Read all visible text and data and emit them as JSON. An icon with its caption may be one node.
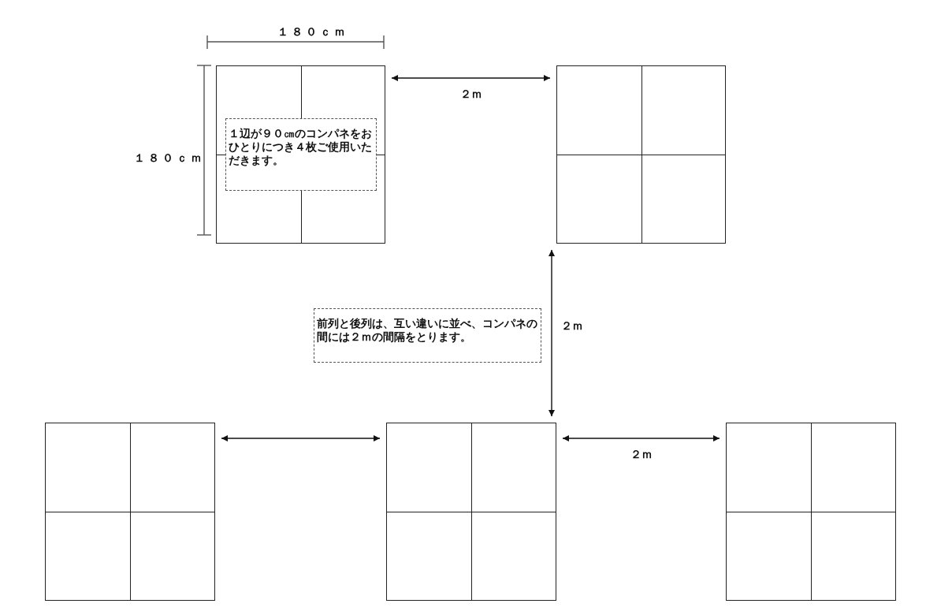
{
  "diagram": {
    "nodes": [
      {
        "text": [],
        "shape": "box"
      },
      {
        "text": [
          "１辺が９０㎝のコンパネをおひとりにつき４枚ご使用いただきます。"
        ],
        "in": 0
      },
      {
        "text": [],
        "shape": "box"
      },
      {
        "text": [
          "前列と後列は、互い違いに並べ、コンパネの間には２ｍの間隔をとります。"
        ]
      },
      {
        "text": [],
        "shape": "box"
      },
      {
        "text": [],
        "shape": "box"
      },
      {
        "text": [],
        "shape": "box"
      }
    ],
    "edges": [
      {
        "from": 0,
        "to": 2,
        "arrow": "both",
        "label": "２ｍ"
      },
      {
        "from": 2,
        "to": 5,
        "arrow": "both",
        "label": "２ｍ"
      },
      {
        "from": 4,
        "to": 5,
        "arrow": "both"
      },
      {
        "from": 5,
        "to": 6,
        "arrow": "both",
        "label": "２ｍ"
      }
    ],
    "labels": [
      "１８０ｃｍ",
      "１８０ｃｍ"
    ]
  }
}
